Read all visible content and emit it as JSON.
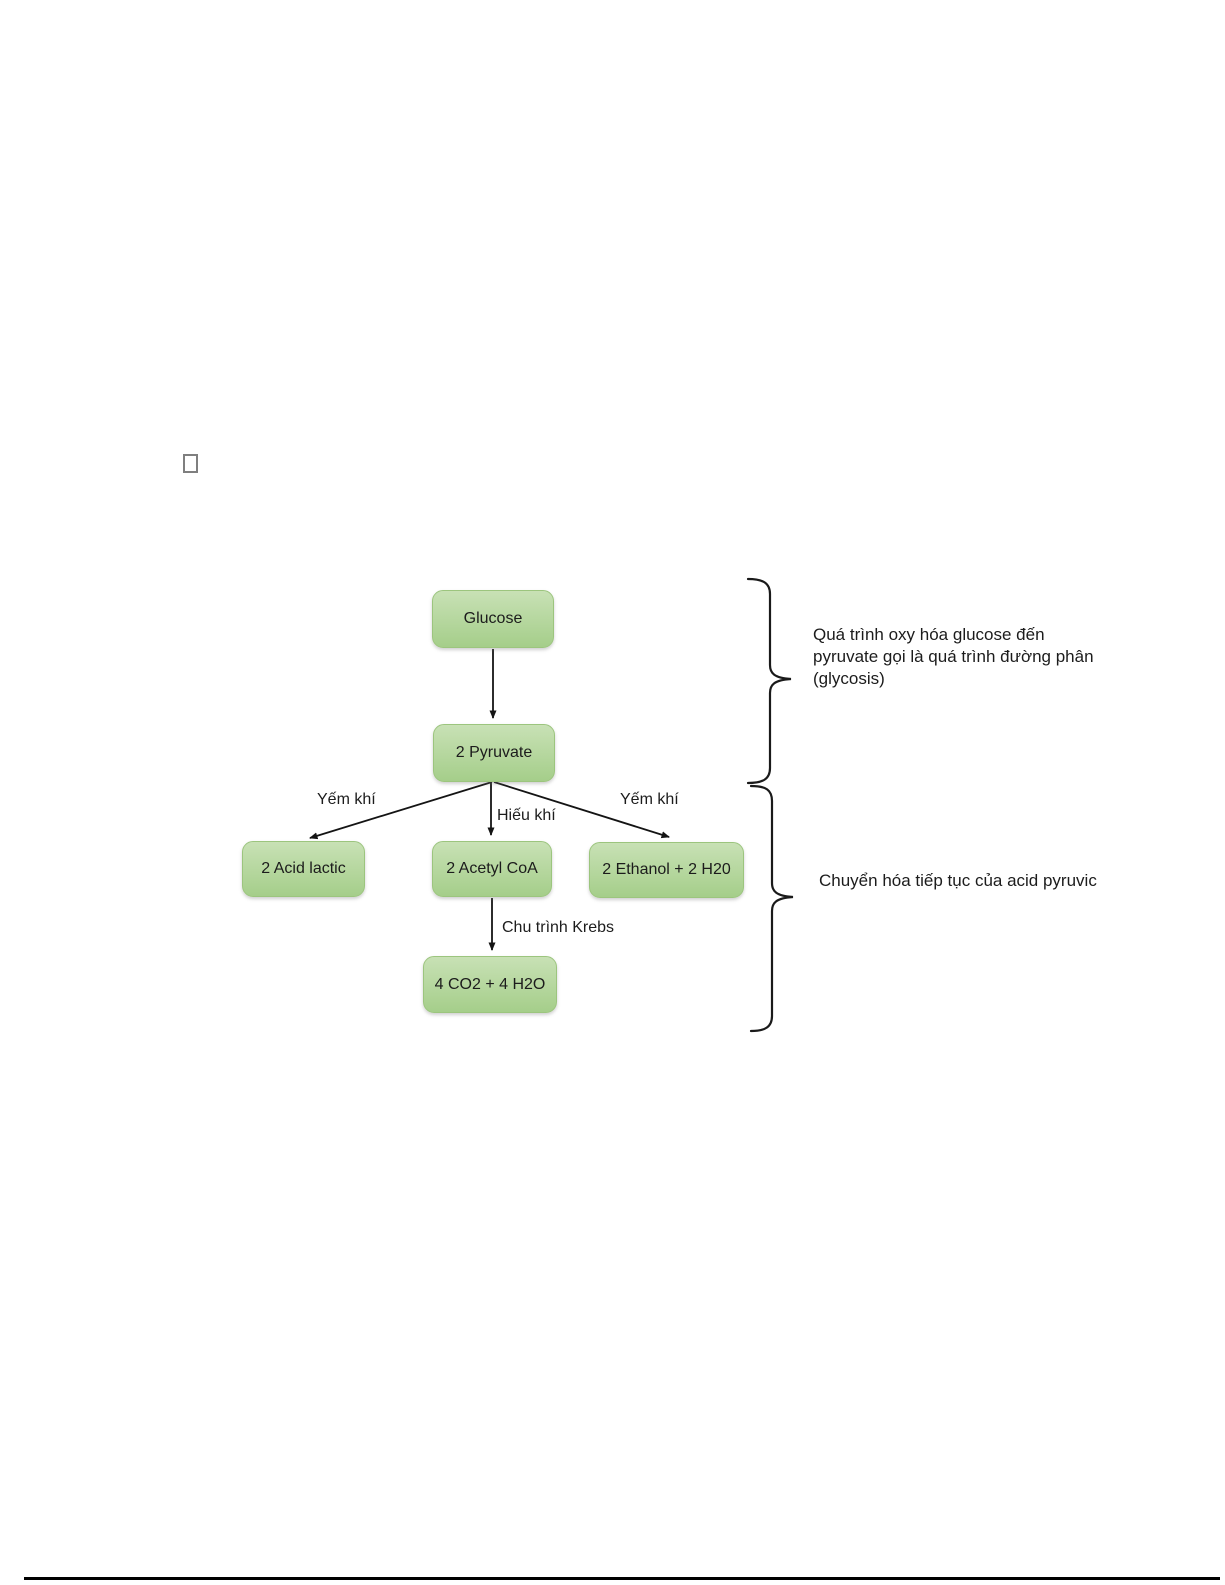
{
  "diagram": {
    "colors": {
      "node_fill_top": "#c8e1b5",
      "node_fill_bottom": "#a5ce8a",
      "node_border": "#9cc57e",
      "line_color": "#141414",
      "bottom_rule_color": "#000000",
      "missing_glyph_border": "#7f7f7f"
    },
    "nodes": [
      {
        "id": "glucose",
        "label": "Glucose"
      },
      {
        "id": "pyruvate",
        "label": "2 Pyruvate"
      },
      {
        "id": "acid-lactic",
        "label": "2 Acid lactic"
      },
      {
        "id": "acetyl-coa",
        "label": "2 Acetyl CoA"
      },
      {
        "id": "ethanol",
        "label": "2 Ethanol + 2 H20"
      },
      {
        "id": "co2-h2o",
        "label": "4 CO2 + 4 H2O"
      }
    ],
    "edge_labels": [
      {
        "id": "yem-khi-left",
        "text": "Yếm khí"
      },
      {
        "id": "hieu-khi",
        "text": "Hiếu khí"
      },
      {
        "id": "yem-khi-right",
        "text": "Yếm khí"
      },
      {
        "id": "chu-trinh-krebs",
        "text": "Chu trình Krebs"
      }
    ],
    "annotations": [
      {
        "id": "glycolysis-note",
        "lines": [
          "Quá trình oxy hóa glucose đến",
          "pyruvate gọi là quá trình đường phân",
          "(glycosis)"
        ]
      },
      {
        "id": "pyruvic-note",
        "lines": [
          "Chuyển hóa tiếp tục của acid pyruvic"
        ]
      }
    ]
  }
}
